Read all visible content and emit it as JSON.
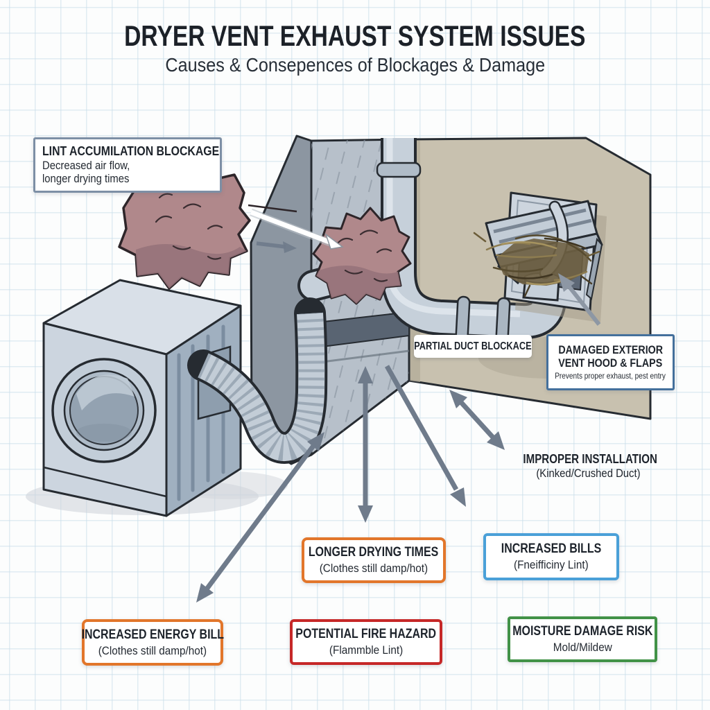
{
  "title": {
    "main": "DRYER VENT EXHAUST SYSTEM ISSUES",
    "subtitle": "Causes & Consepences of Blockages & Damage"
  },
  "callouts": {
    "lint_accumulation": {
      "title": "LINT ACCUMILATION BLOCKAGE",
      "line1": "Decreased air flow,",
      "line2": "longer drying times",
      "border_color": "#7d8fa5"
    },
    "partial_duct": {
      "label": "PARTIAL DUCT BLOCKACE"
    },
    "damaged_vent": {
      "title_line1": "DAMAGED EXTERIOR",
      "title_line2": "VENT HOOD & FLAPS",
      "subtitle": "Prevents proper exhaust, pest entry",
      "border_color": "#44709c"
    },
    "improper_installation": {
      "title": "IMPROPER INSTALLATION",
      "subtitle": "(Kinked/Crushed Duct)"
    }
  },
  "consequences": [
    {
      "title": "LONGER DRYING TIMES",
      "subtitle": "(Clothes still damp/hot)",
      "border_color": "#e2762b"
    },
    {
      "title": "INCREASED BILLS",
      "subtitle": "(Fneifficiny Lint)",
      "border_color": "#4aa0d8"
    },
    {
      "title": "INCREASED ENERGY BILL",
      "subtitle": "(Clothes still damp/hot)",
      "border_color": "#e2762b"
    },
    {
      "title": "POTENTIAL FIRE HAZARD",
      "subtitle": "(Flammble Lint)",
      "border_color": "#c62828"
    },
    {
      "title": "MOISTURE DAMAGE RISK",
      "subtitle": "Mold/Mildew",
      "border_color": "#429247"
    }
  ],
  "colors": {
    "background": "#fcfdfd",
    "grid_line": "#c8deea",
    "text": "#20262e",
    "outline": "#262b31",
    "arrow": "#6f7b8b",
    "interior_wall": "#b7c0ca",
    "exterior_wall": "#c8c1af",
    "pipe": "#c6d0da",
    "lint_blob": "#b0888b",
    "dryer_body": "#ccd5df",
    "nest": "#6f6142"
  }
}
